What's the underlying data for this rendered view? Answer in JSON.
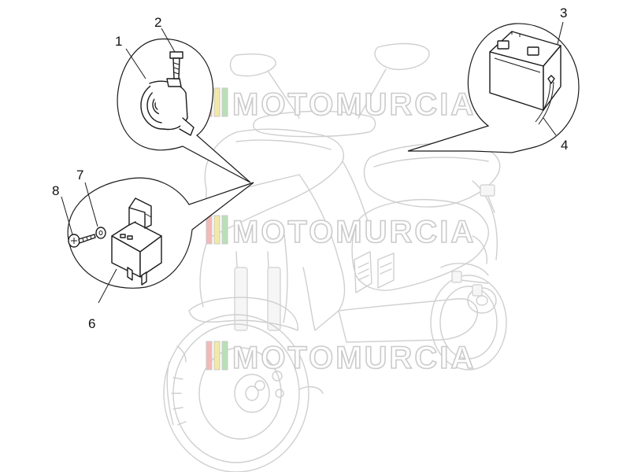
{
  "callouts": [
    {
      "id": "1",
      "label": "1"
    },
    {
      "id": "2",
      "label": "2"
    },
    {
      "id": "3",
      "label": "3"
    },
    {
      "id": "4",
      "label": "4"
    },
    {
      "id": "6",
      "label": "6"
    },
    {
      "id": "7",
      "label": "7"
    },
    {
      "id": "8",
      "label": "8"
    }
  ],
  "watermark": {
    "text": "MOTOMURCIA",
    "stripe_colors": [
      "#f3b9b9",
      "#f3e9a6",
      "#b9e0b5"
    ]
  },
  "colors": {
    "ghost_line": "#cfcfcf",
    "part_line": "#1a1a1a",
    "background": "#ffffff"
  }
}
